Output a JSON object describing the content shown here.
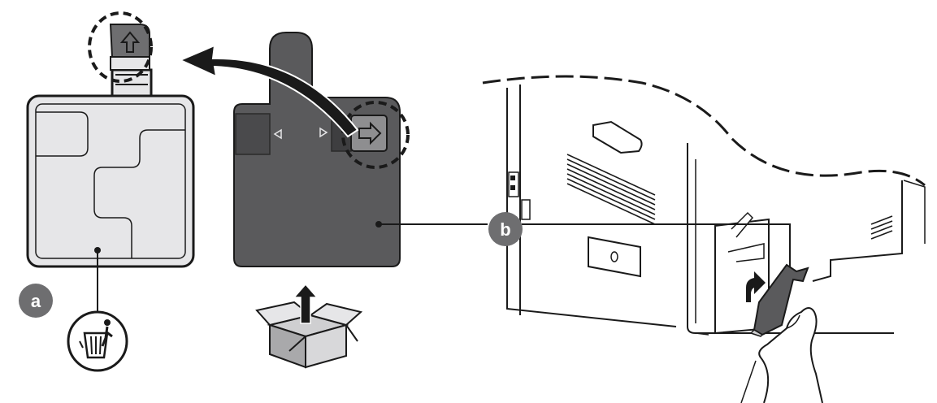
{
  "figure": {
    "callouts": [
      {
        "id": "a",
        "label": "a"
      },
      {
        "id": "b",
        "label": "b"
      }
    ],
    "icons": {
      "discard": "recycle-bin-icon",
      "unpack": "open-box-with-arrow-icon",
      "cap_arrow": "up-arrow-icon",
      "slide_arrow": "right-arrow-icon",
      "insert_arrow": "curved-up-arrow-icon"
    },
    "colors": {
      "dark_part": "#5a5a5c",
      "light_part": "#e6e6e8",
      "outline": "#1a1a1a",
      "badge": "#6e6e70"
    }
  }
}
